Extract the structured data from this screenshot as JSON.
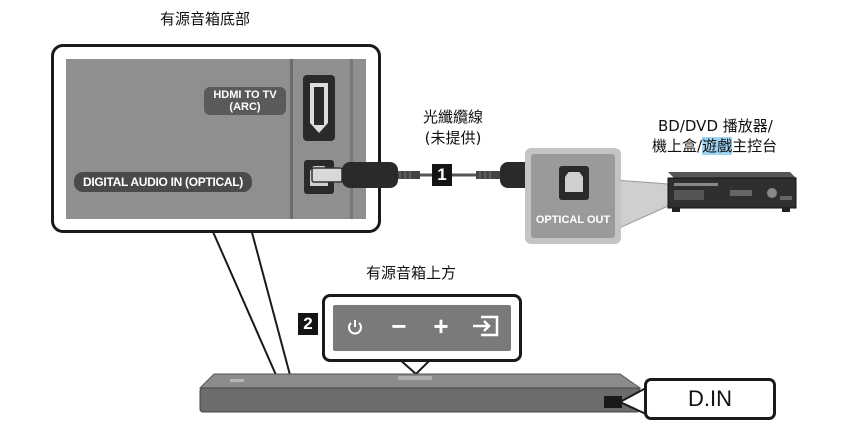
{
  "labels": {
    "speaker_bottom": "有源音箱底部",
    "speaker_top": "有源音箱上方",
    "cable_line1": "光纖纜線",
    "cable_line2": "(未提供)",
    "device_line1": "BD/DVD 播放器/",
    "device_line2a": "機上盒/",
    "device_line2b": "遊戲",
    "device_line2c": "主控台"
  },
  "ports": {
    "hdmi_line1": "HDMI TO TV",
    "hdmi_line2": "(ARC)",
    "digital_audio": "DIGITAL AUDIO IN (OPTICAL)",
    "optical_out": "OPTICAL OUT"
  },
  "steps": {
    "one": "1",
    "two": "2"
  },
  "controls": {
    "minus": "−",
    "plus": "+"
  },
  "display": {
    "text": "D.IN"
  },
  "icons": [
    "power-icon",
    "minus-icon",
    "plus-icon",
    "source-icon",
    "hdmi-port-icon",
    "optical-port-icon"
  ],
  "colors": {
    "panel": "#8a8a8a",
    "panel_dark": "#5e5e5e",
    "highlight": "#9fd3f2",
    "soundbar": "#6e6e6e"
  }
}
